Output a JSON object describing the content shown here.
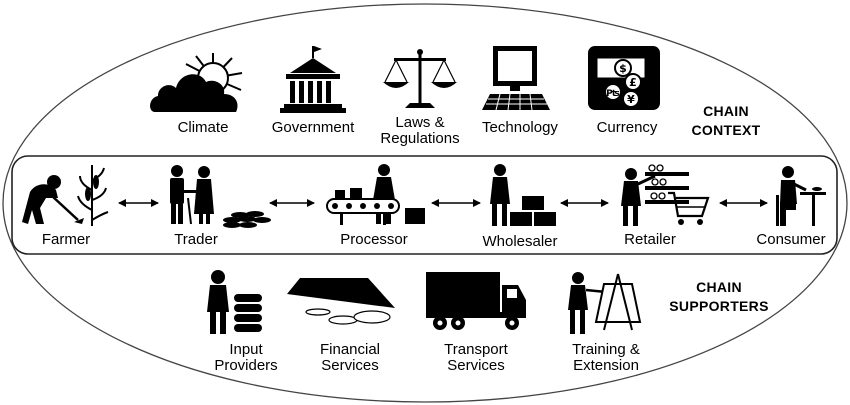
{
  "context": {
    "heading": [
      "CHAIN",
      "CONTEXT"
    ],
    "items": [
      "Climate",
      "Government",
      "Laws &\nRegulations",
      "Technology",
      "Currency"
    ],
    "currency_symbols": [
      "$",
      "£",
      "₧",
      "¥"
    ]
  },
  "chain": {
    "actors": [
      "Farmer",
      "Trader",
      "Processor",
      "Wholesaler",
      "Retailer",
      "Consumer"
    ]
  },
  "supporters": {
    "heading": [
      "CHAIN",
      "SUPPORTERS"
    ],
    "items": [
      "Input\nProviders",
      "Financial\nServices",
      "Transport\nServices",
      "Training &\nExtension"
    ]
  }
}
